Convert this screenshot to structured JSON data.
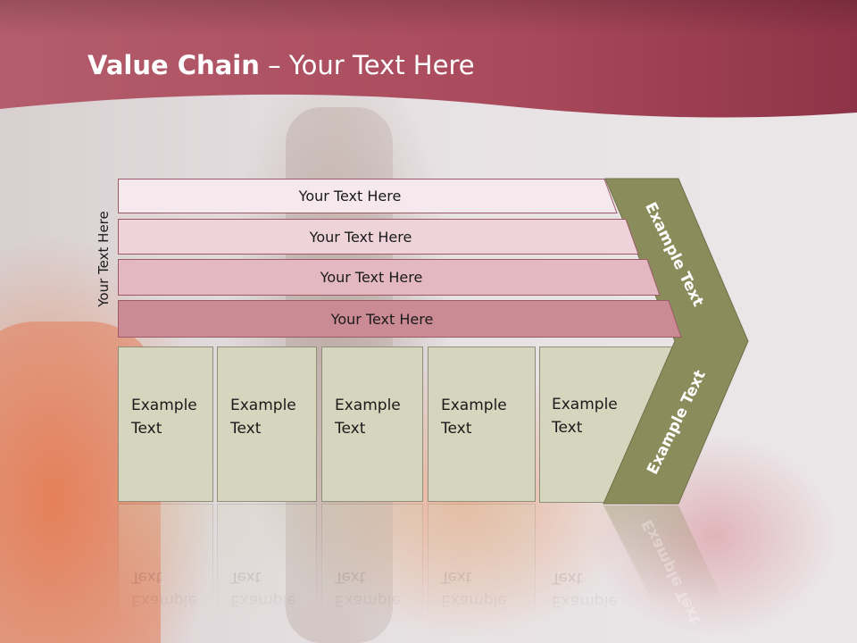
{
  "slide": {
    "title_bold": "Value Chain",
    "title_rest": " – Your Text Here",
    "side_label": "Your Text Here",
    "bars": [
      {
        "label": "Your Text Here",
        "color": "#f6e9ed"
      },
      {
        "label": "Your Text Here",
        "color": "#eed4da"
      },
      {
        "label": "Your Text Here",
        "color": "#e3b8c1"
      },
      {
        "label": "Your Text Here",
        "color": "#cb8b95"
      }
    ],
    "boxes": [
      {
        "line1": "Example",
        "line2": "Text"
      },
      {
        "line1": "Example",
        "line2": "Text"
      },
      {
        "line1": "Example",
        "line2": "Text"
      },
      {
        "line1": "Example",
        "line2": "Text"
      },
      {
        "line1": "Example",
        "line2": "Text"
      }
    ],
    "chevron": {
      "upper_text": "Example Text",
      "lower_text": "Example Text",
      "color": "#8b8c5c"
    },
    "colors": {
      "header": "#a24a5b",
      "box_fill": "#d6d5be"
    }
  }
}
